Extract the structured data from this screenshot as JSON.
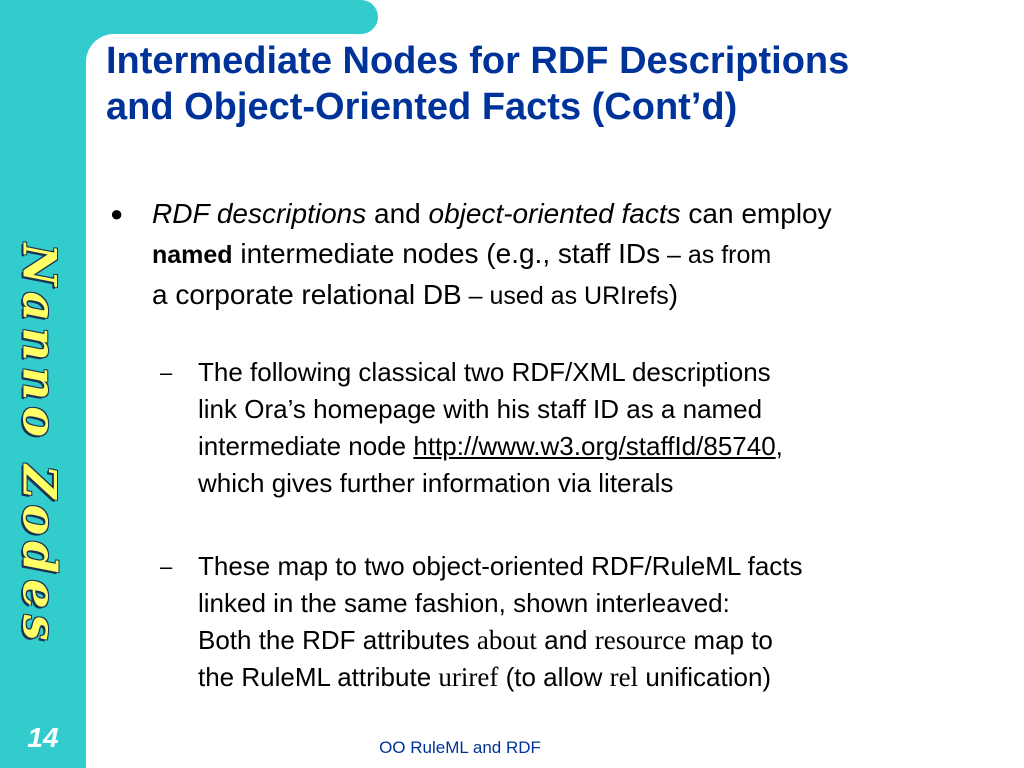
{
  "slide": {
    "number": "14",
    "side_text": "Nanno Zodes",
    "footer": "OO RuleML and RDF",
    "title_line1": "Intermediate Nodes for RDF Descriptions",
    "title_line2": "and Object-Oriented Facts (Cont’d)"
  },
  "bullet": {
    "dot": "●",
    "term1": "RDF descriptions",
    "and": " and ",
    "term2": "object-oriented facts",
    "can_employ": " can employ",
    "named": "named",
    "line2_rest": " intermediate nodes (e.g., staff IDs",
    "dash_as_from": " – as from",
    "line3": "a corporate relational DB",
    "used_as": " – used as URIrefs",
    "close": ")"
  },
  "sub1": {
    "dash": "–",
    "line1": "The following classical two RDF/XML descriptions",
    "line2": "link Ora’s homepage with his staff ID as a named",
    "line3_pre": "intermediate node ",
    "link": "http://www.w3.org/staffId/85740",
    "comma": ",",
    "line4": "which gives further information via literals"
  },
  "sub2": {
    "dash": "–",
    "line1": "These map to two object-oriented RDF/RuleML facts",
    "line2": "linked in the same fashion, shown interleaved:",
    "line3_pre": "Both the RDF attributes ",
    "about": "about",
    "and": " and ",
    "resource": "resource",
    "map_to": " map to",
    "line4_pre": "the RuleML attribute ",
    "uriref": "uriref",
    "to_allow": " (to allow ",
    "rel": "rel",
    "unification": " unification)"
  }
}
